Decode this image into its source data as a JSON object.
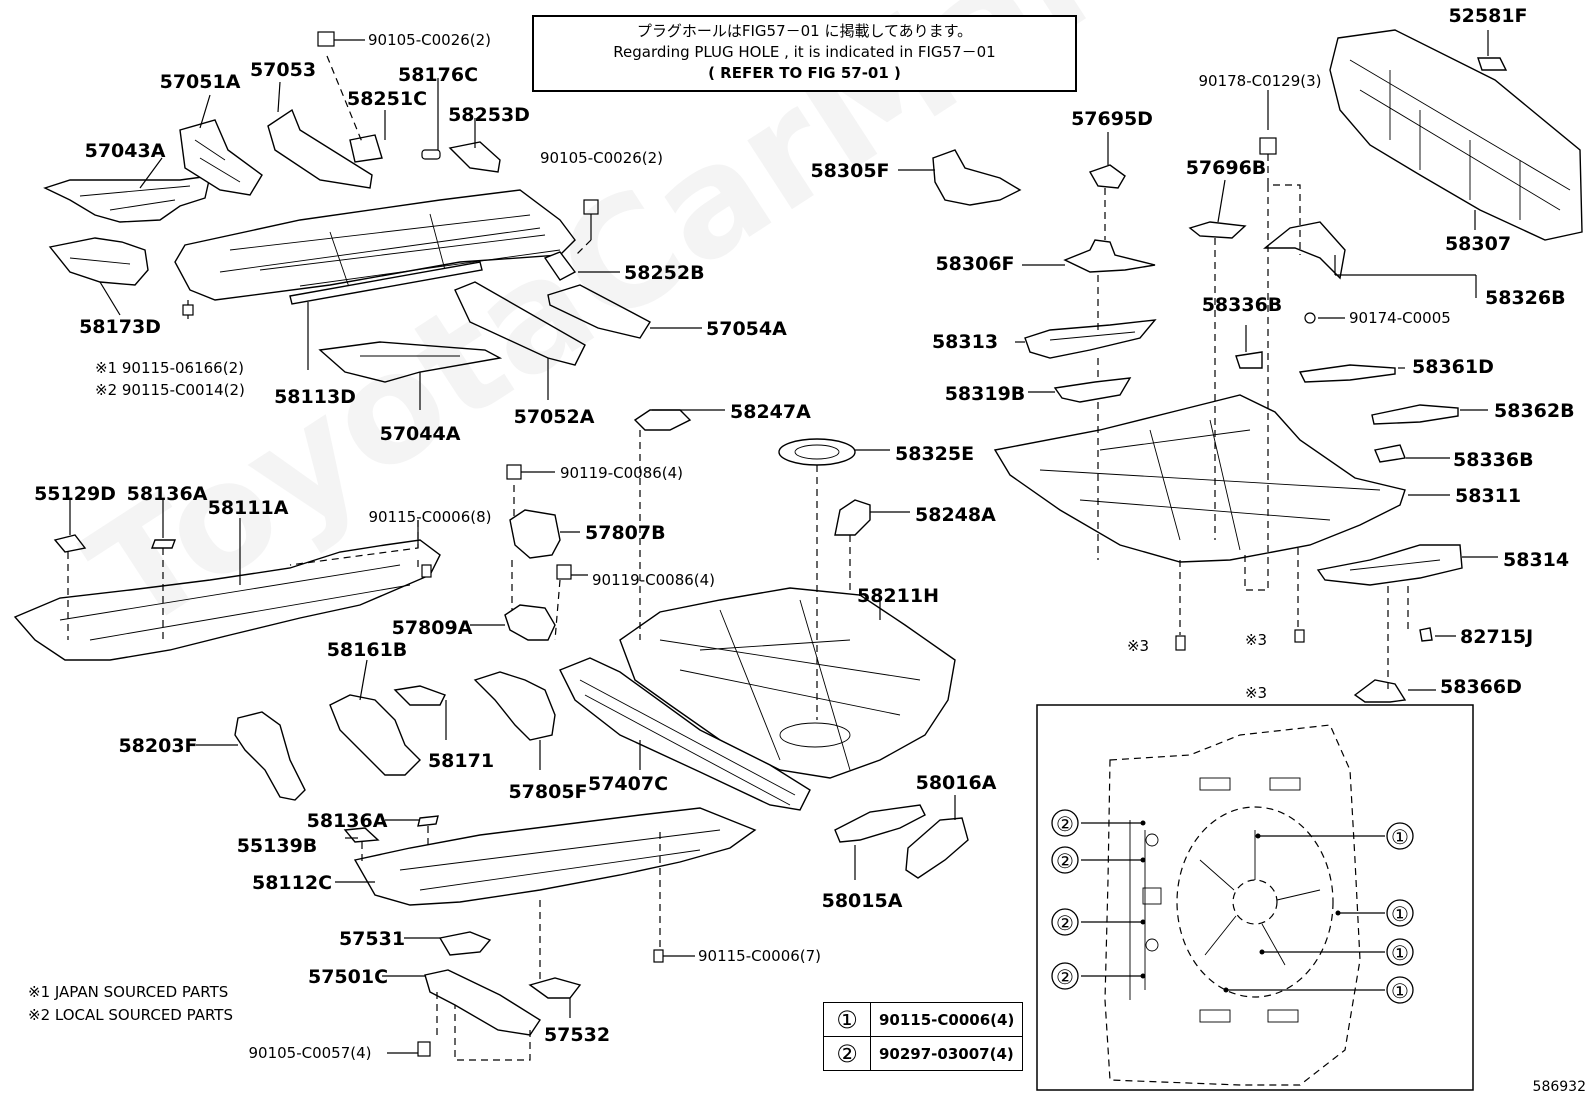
{
  "notice": {
    "line1": "プラグホールはFIG57－01 に掲載してあります。",
    "line2": "Regarding  PLUG HOLE , it is indicated in FIG57－01",
    "line3": "(  REFER TO FIG 57-01   )"
  },
  "watermark": "ToyotaCarMart",
  "parts": {
    "p52581F": "52581F",
    "p90105_C0026_a": "90105-C0026(2)",
    "p57051A": "57051A",
    "p57053": "57053",
    "p58176C": "58176C",
    "p58251C": "58251C",
    "p58253D": "58253D",
    "p57043A": "57043A",
    "p90105_C0026_b": "90105-C0026(2)",
    "p58173D": "58173D",
    "p58252B": "58252B",
    "p57054A": "57054A",
    "p90115_06166": "※1 90115-06166(2)",
    "p90115_C0014": "※2 90115-C0014(2)",
    "p58113D": "58113D",
    "p57044A": "57044A",
    "p57052A": "57052A",
    "p58305F": "58305F",
    "p57695D": "57695D",
    "p90178_C0129": "90178-C0129(3)",
    "p57696B": "57696B",
    "p58307": "58307",
    "p58306F": "58306F",
    "p58326B": "58326B",
    "p58336B_a": "58336B",
    "p90174_C0005": "90174-C0005",
    "p58313": "58313",
    "p58361D": "58361D",
    "p58319B": "58319B",
    "p58362B": "58362B",
    "p58247A": "58247A",
    "p58325E": "58325E",
    "p58336B_b": "58336B",
    "p58311": "58311",
    "p90119_C0086_a": "90119-C0086(4)",
    "p55129D": "55129D",
    "p58136A_a": "58136A",
    "p58111A": "58111A",
    "p90115_C0006_8": "90115-C0006(8)",
    "p57807B": "57807B",
    "p58248A": "58248A",
    "p58314": "58314",
    "p90119_C0086_b": "90119-C0086(4)",
    "p82715J": "82715J",
    "p58211H": "58211H",
    "p57809A": "57809A",
    "p58366D": "58366D",
    "p58161B": "58161B",
    "mark3_a": "※3",
    "mark3_b": "※3",
    "mark3_detail": "※3",
    "p58203F": "58203F",
    "p58171": "58171",
    "p57805F": "57805F",
    "p57407C": "57407C",
    "p58016A": "58016A",
    "p58136A_b": "58136A",
    "p55139B": "55139B",
    "p58112C": "58112C",
    "p58015A": "58015A",
    "p57531": "57531",
    "p90115_C0006_7": "90115-C0006(7)",
    "p57501C": "57501C",
    "p57532": "57532",
    "p90105_C0057": "90105-C0057(4)"
  },
  "detail_callouts": [
    "②",
    "②",
    "②",
    "②",
    "①",
    "①",
    "①",
    "①"
  ],
  "footnotes": {
    "note1": "※1 JAPAN SOURCED PARTS",
    "note2": "※2 LOCAL SOURCED PARTS"
  },
  "legend": [
    {
      "symbol": "①",
      "part": "90115-C0006(4)"
    },
    {
      "symbol": "②",
      "part": "90297-03007(4)"
    }
  ],
  "diagram_number": "586932"
}
